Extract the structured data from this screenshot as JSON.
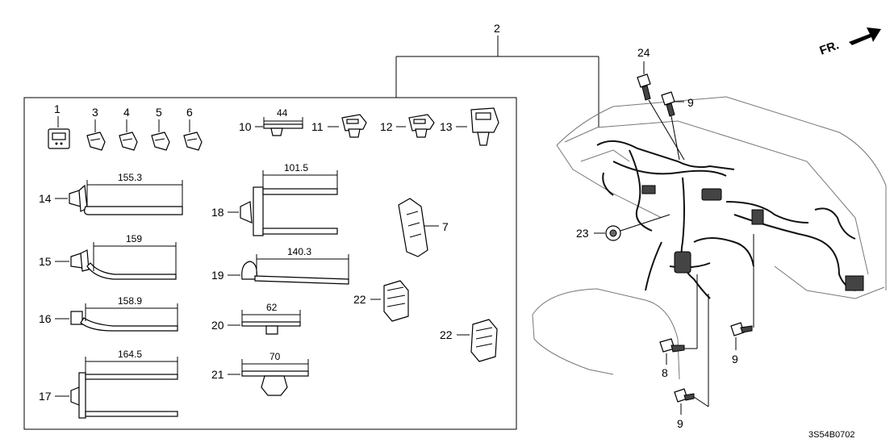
{
  "diagram_code": "3S54B0702",
  "direction_label": "FR.",
  "callouts": {
    "c1": "1",
    "c2": "2",
    "c3": "3",
    "c4": "4",
    "c5": "5",
    "c6": "6",
    "c7": "7",
    "c8": "8",
    "c9a": "9",
    "c9b": "9",
    "c9c": "9",
    "c10": "10",
    "c11": "11",
    "c12": "12",
    "c13": "13",
    "c14": "14",
    "c15": "15",
    "c16": "16",
    "c17": "17",
    "c18": "18",
    "c19": "19",
    "c20": "20",
    "c21": "21",
    "c22a": "22",
    "c22b": "22",
    "c23": "23",
    "c24": "24"
  },
  "dimensions": {
    "d10": "44",
    "d14": "155.3",
    "d15": "159",
    "d16": "158.9",
    "d17": "164.5",
    "d18": "101.5",
    "d19": "140.3",
    "d20": "62",
    "d21": "70"
  }
}
